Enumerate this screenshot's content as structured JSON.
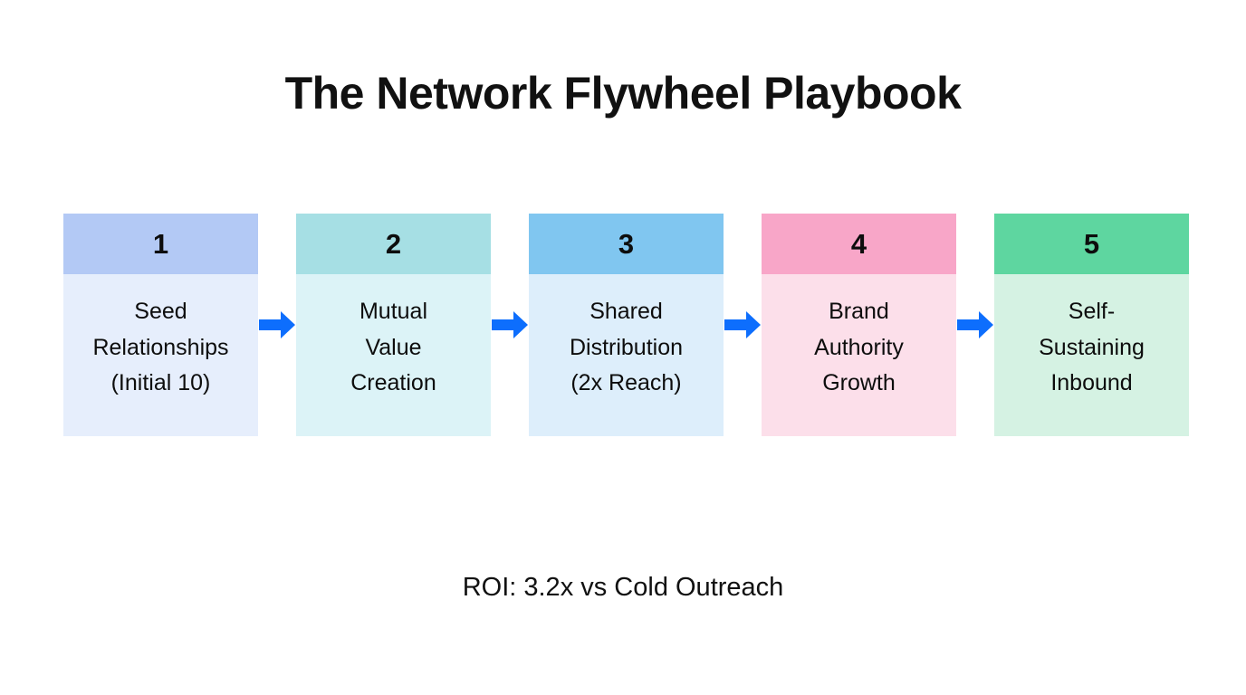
{
  "title": "The Network Flywheel Playbook",
  "caption": "ROI: 3.2x vs Cold Outreach",
  "colors": {
    "background": "#ffffff",
    "text": "#111111",
    "arrow": "#0d6efd"
  },
  "chart_data": {
    "type": "diagram",
    "layout": "horizontal-process-flow",
    "title": "The Network Flywheel Playbook",
    "annotation": "ROI: 3.2x vs Cold Outreach",
    "connector": "right-arrow",
    "step_count": 5,
    "steps": [
      {
        "number": "1",
        "label": "Seed\nRelationships\n(Initial 10)",
        "header_color": "#b3c9f5",
        "body_color": "#e6eefc"
      },
      {
        "number": "2",
        "label": "Mutual\nValue\nCreation",
        "header_color": "#a6dfe4",
        "body_color": "#dcf3f7"
      },
      {
        "number": "3",
        "label": "Shared\nDistribution\n(2x Reach)",
        "header_color": "#80c6f0",
        "body_color": "#ddeefb"
      },
      {
        "number": "4",
        "label": "Brand\nAuthority\nGrowth",
        "header_color": "#f8a6c8",
        "body_color": "#fcdfea"
      },
      {
        "number": "5",
        "label": "Self-\nSustaining\nInbound",
        "header_color": "#5ed6a0",
        "body_color": "#d5f2e3"
      }
    ]
  }
}
